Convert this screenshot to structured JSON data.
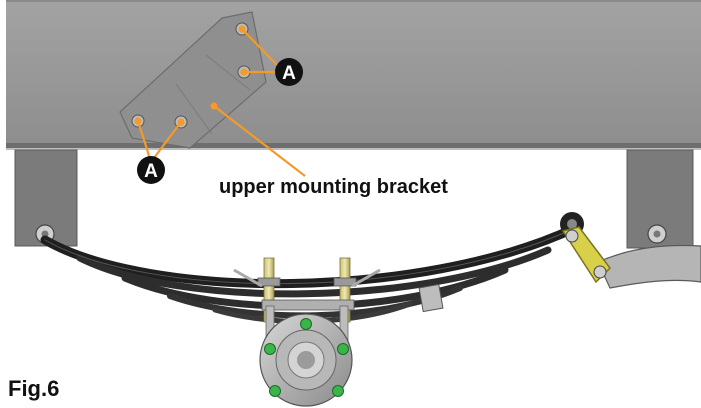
{
  "figure_label": "Fig.6",
  "callouts": {
    "bolt_marker": "A",
    "bracket_label": "upper mounting bracket"
  },
  "colors": {
    "frame": "#9a9a9a",
    "frame_edge": "#6f6f6f",
    "hanger": "#7d7d7d",
    "leader": "#f39a2b",
    "spring": "#2b2b2b",
    "shackle": "#d9d04a",
    "lug_nut": "#39b54a"
  }
}
